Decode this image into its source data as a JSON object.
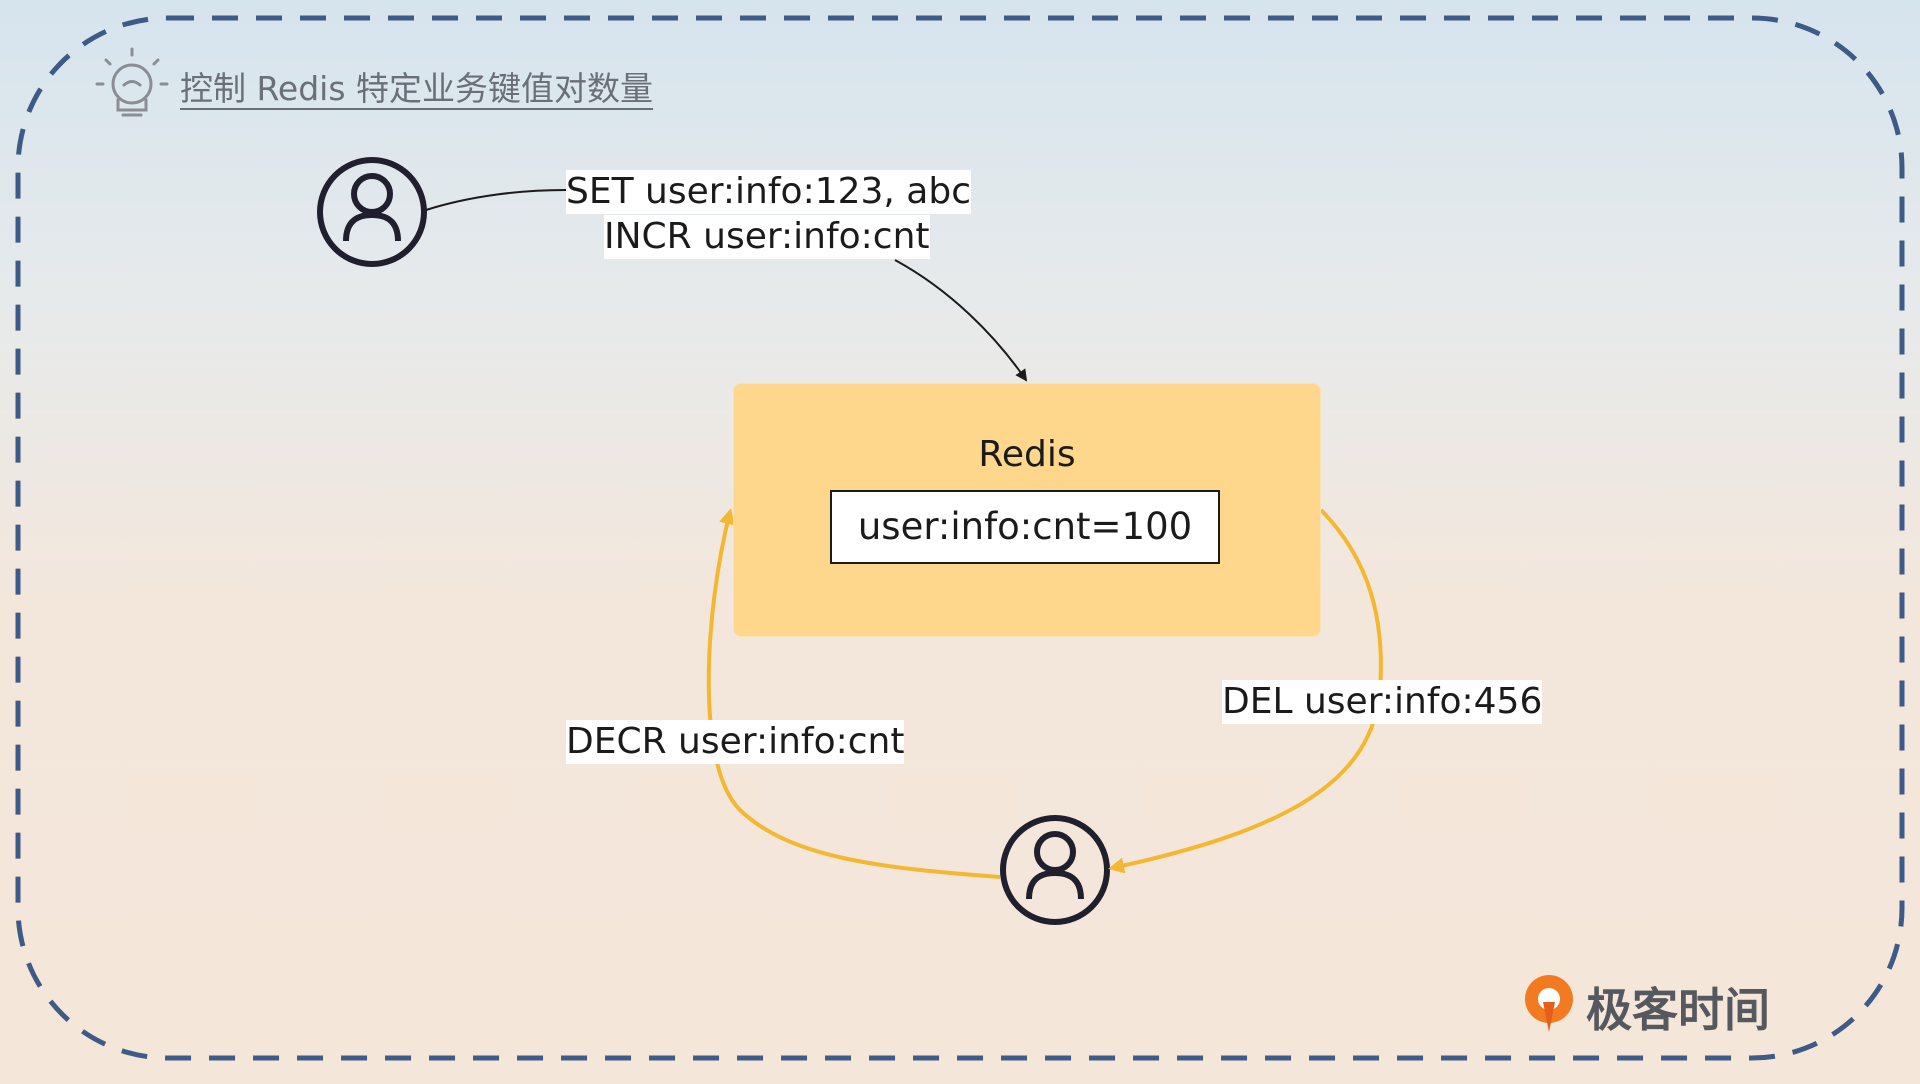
{
  "title": "控制 Redis 特定业务键值对数量",
  "redis": {
    "label": "Redis",
    "key_value": "user:info:cnt=100"
  },
  "edges": {
    "top_line1": "SET user:info:123, abc",
    "top_line2": "INCR user:info:cnt",
    "right": "DEL user:info:456",
    "left": "DECR user:info:cnt"
  },
  "brand": {
    "name": "极客时间"
  },
  "colors": {
    "box_fill": "#fed78c",
    "arrow_accent": "#f4b731",
    "border_dash": "#3e5a87",
    "icon": "#1f1f2e"
  },
  "icons": [
    "lightbulb-icon",
    "user-icon",
    "user-icon",
    "geekbang-logo-icon"
  ]
}
